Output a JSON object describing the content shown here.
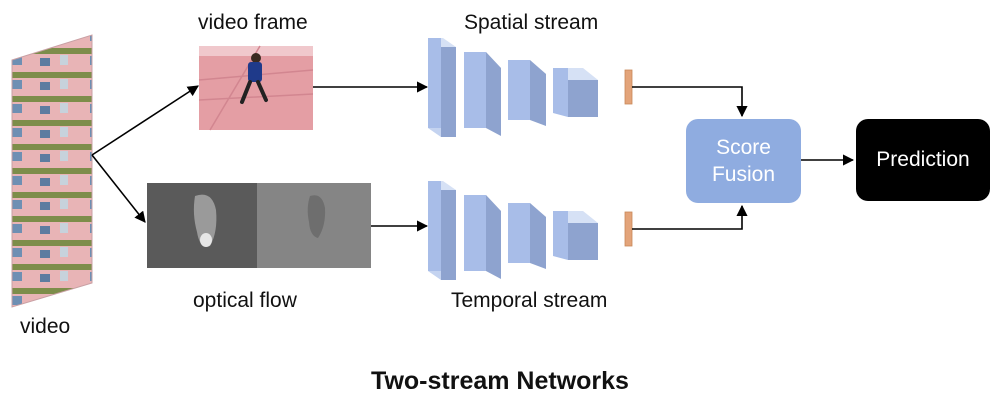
{
  "labels": {
    "video_frame": "video frame",
    "spatial_stream": "Spatial stream",
    "optical_flow": "optical flow",
    "temporal_stream": "Temporal stream",
    "video": "video"
  },
  "boxes": {
    "score_fusion_line1": "Score",
    "score_fusion_line2": "Fusion",
    "prediction": "Prediction"
  },
  "caption": "Two-stream Networks",
  "colors": {
    "cnn_front": "#A8BDE8",
    "cnn_side": "#8EA3CF",
    "cnn_top": "#C4D3F0",
    "fusion_box": "#8FACE0",
    "feature_bar": "#E3A47A",
    "prediction_box": "#000000"
  }
}
